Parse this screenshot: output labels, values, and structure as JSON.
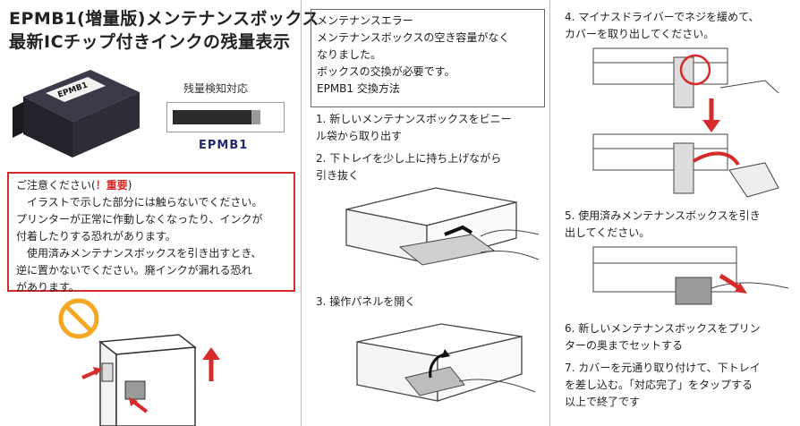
{
  "title": {
    "line1": "EPMB1(増量版)メンテナンスボックス",
    "line2": "最新ICチップ付きインクの残量表示"
  },
  "product": {
    "detect_label": "残量検知対応",
    "model": "EPMB1",
    "level_percent": 85
  },
  "caution": {
    "head": "ご注意ください(",
    "important": "！重要",
    "head_close": ")",
    "lines": [
      "　イラストで示した部分には触らないでください。",
      "プリンターが正常に作動しなくなったり、インクが",
      "付着したりする恐れがあります。",
      "　使用済みメンテナンスボックスを引き出すとき、",
      "逆に置かないでください。廃インクが漏れる恐れ",
      "があります。"
    ]
  },
  "error": {
    "lines": [
      "メンテナンスエラー",
      "メンテナンスボックスの空き容量がなく",
      "なりました。",
      "ボックスの交換が必要です。",
      "EPMB1 交換方法"
    ]
  },
  "steps": {
    "s1": [
      "1. 新しいメンテナンスボックスをビニー",
      "ル袋から取り出す"
    ],
    "s2": [
      "2. 下トレイを少し上に持ち上げながら",
      "引き抜く"
    ],
    "s3": [
      "3. 操作パネルを開く"
    ],
    "s4": [
      "4. マイナスドライバーでネジを緩めて、",
      "カバーを取り出してください。"
    ],
    "s5": [
      "5. 使用済みメンテナンスボックスを引き",
      "出してください。"
    ],
    "s6": [
      "6. 新しいメンテナンスボックスをプリン",
      "ターの奥までセットする"
    ],
    "s7": [
      "7. カバーを元通り取り付けて、下トレイ",
      "を差し込む。「対応完了」をタップする",
      "以上で終了です"
    ]
  },
  "colors": {
    "warning_red": "#d62b2b",
    "prohibit_orange": "#f5a623",
    "model_blue": "#1e2a6a"
  },
  "icons": [
    "prohibited-icon",
    "up-arrow-icon",
    "down-arrow-icon",
    "pointer-arrow-icon"
  ]
}
